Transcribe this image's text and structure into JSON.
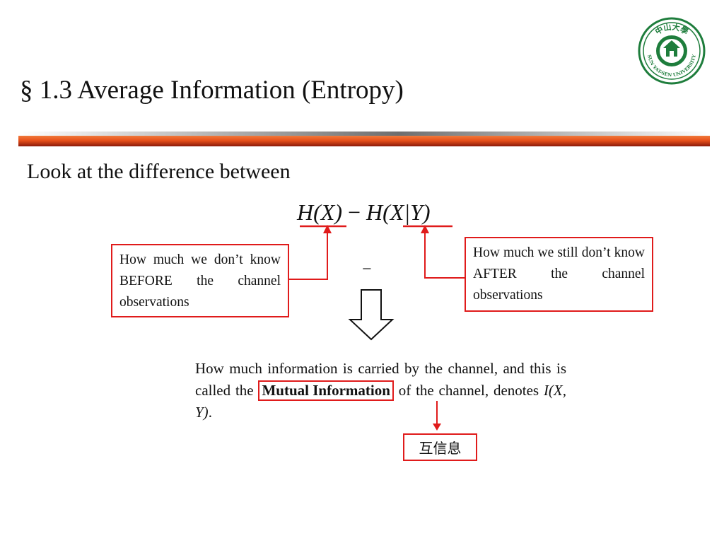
{
  "slide": {
    "title": "§ 1.3 Average Information (Entropy)",
    "intro": "Look at the difference between",
    "equation": {
      "left": "H(X)",
      "operator": " − ",
      "right": "H(X|Y)"
    },
    "before_note": "How much we don’t know BEFORE the channel observations",
    "after_note": "How much we still don’t know AFTER the channel observations",
    "small_minus": "−",
    "paragraph": {
      "part1": "How much information is carried by the channel, and this is called the ",
      "highlight": "Mutual Information",
      "part2": " of the channel, denotes ",
      "symbol": "I(X, Y)",
      "part3": "."
    },
    "chinese_label": "互信息"
  },
  "colors": {
    "accent_red": "#e01b1b",
    "bar_dark": "#8b1a0a",
    "bar_orange": "#e8501a",
    "logo_green": "#1e7d3c"
  },
  "logo": {
    "cn_text": "中山大學",
    "en_text": "SUN YAT-SEN UNIVERSITY",
    "icon": "university-emblem-icon"
  }
}
